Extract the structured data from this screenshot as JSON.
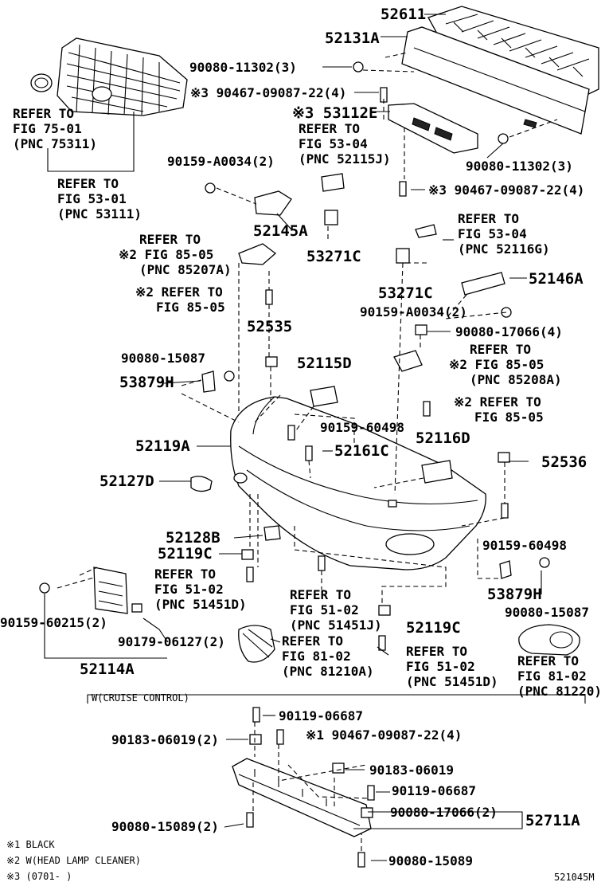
{
  "callouts": [
    "52611",
    "52131A",
    "90080-11302(3)",
    "※3 90467-09087-22(4)",
    "※3 53112E",
    "REFER TO",
    "FIG 53-04",
    "(PNC 52115J)",
    "90080-11302(3)",
    "※3 90467-09087-22(4)",
    "REFER TO",
    "FIG 75-01",
    "(PNC 75311)",
    "REFER TO",
    "FIG 53-01",
    "(PNC 53111)",
    "90159-A0034(2)",
    "52145A",
    "53271C",
    "REFER TO",
    "※2 FIG 85-05",
    "(PNC 85207A)",
    "※2 REFER TO",
    "FIG 85-05",
    "REFER TO",
    "FIG 53-04",
    "(PNC 52116G)",
    "52146A",
    "53271C",
    "90159-A0034(2)",
    "52535",
    "90080-15087",
    "53879H",
    "52115D",
    "90080-17066(4)",
    "REFER TO",
    "※2 FIG 85-05",
    "(PNC 85208A)",
    "※2 REFER TO",
    "FIG 85-05",
    "90159-60498",
    "52119A",
    "52161C",
    "52116D",
    "52127D",
    "52536",
    "52128B",
    "52119C",
    "90159-60498",
    "REFER TO",
    "FIG 51-02",
    "(PNC 51451D)",
    "53879H",
    "90080-15087",
    "REFER TO",
    "FIG 51-02",
    "(PNC 51451J)",
    "52119C",
    "90159-60215(2)",
    "90179-06127(2)",
    "REFER TO",
    "FIG 81-02",
    "(PNC 81210A)",
    "REFER TO",
    "FIG 51-02",
    "(PNC 51451D)",
    "REFER TO",
    "FIG 81-02",
    "(PNC 81220)",
    "52114A",
    "90119-06687",
    "90183-06019(2)",
    "※1 90467-09087-22(4)",
    "90183-06019",
    "90119-06687",
    "90080-15089(2)",
    "90080-17066(2)",
    "52711A",
    "90080-15089"
  ],
  "section_title": "W(CRUISE CONTROL)",
  "notes": [
    "※1 BLACK",
    "※2 W(HEAD LAMP CLEANER)",
    "※3 (0701-      )"
  ],
  "illustration_code": "521045M",
  "icons": [
    "grille-icon",
    "emblem-icon",
    "bumper-cover-icon",
    "bumper-reinforcement-icon",
    "energy-absorber-icon",
    "lower-spoiler-icon",
    "bolt-icon",
    "clip-icon",
    "bracket-icon",
    "fog-lamp-icon"
  ]
}
